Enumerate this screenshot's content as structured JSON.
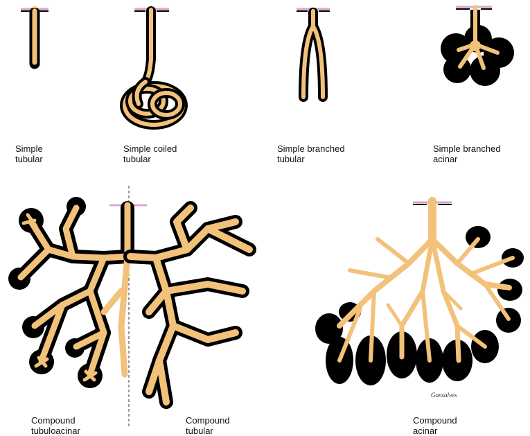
{
  "labels": {
    "simple_tubular": [
      "Simple",
      "tubular"
    ],
    "simple_coiled_tubular": [
      "Simple coiled",
      "tubular"
    ],
    "simple_branched_tubular": [
      "Simple branched",
      "tubular"
    ],
    "simple_branched_acinar": [
      "Simple branched",
      "acinar"
    ],
    "compound_tubuloacinar": [
      "Compound",
      "tubuloacinar"
    ],
    "compound_tubular": [
      "Compound",
      "tubular"
    ],
    "compound_acinar": [
      "Compound",
      "acinar"
    ]
  },
  "signature": "Gonsalves",
  "colors": {
    "lumen": "#f2c27a",
    "wall": "#000000",
    "epithelium": "#d9a8c8",
    "background": "#ffffff"
  }
}
